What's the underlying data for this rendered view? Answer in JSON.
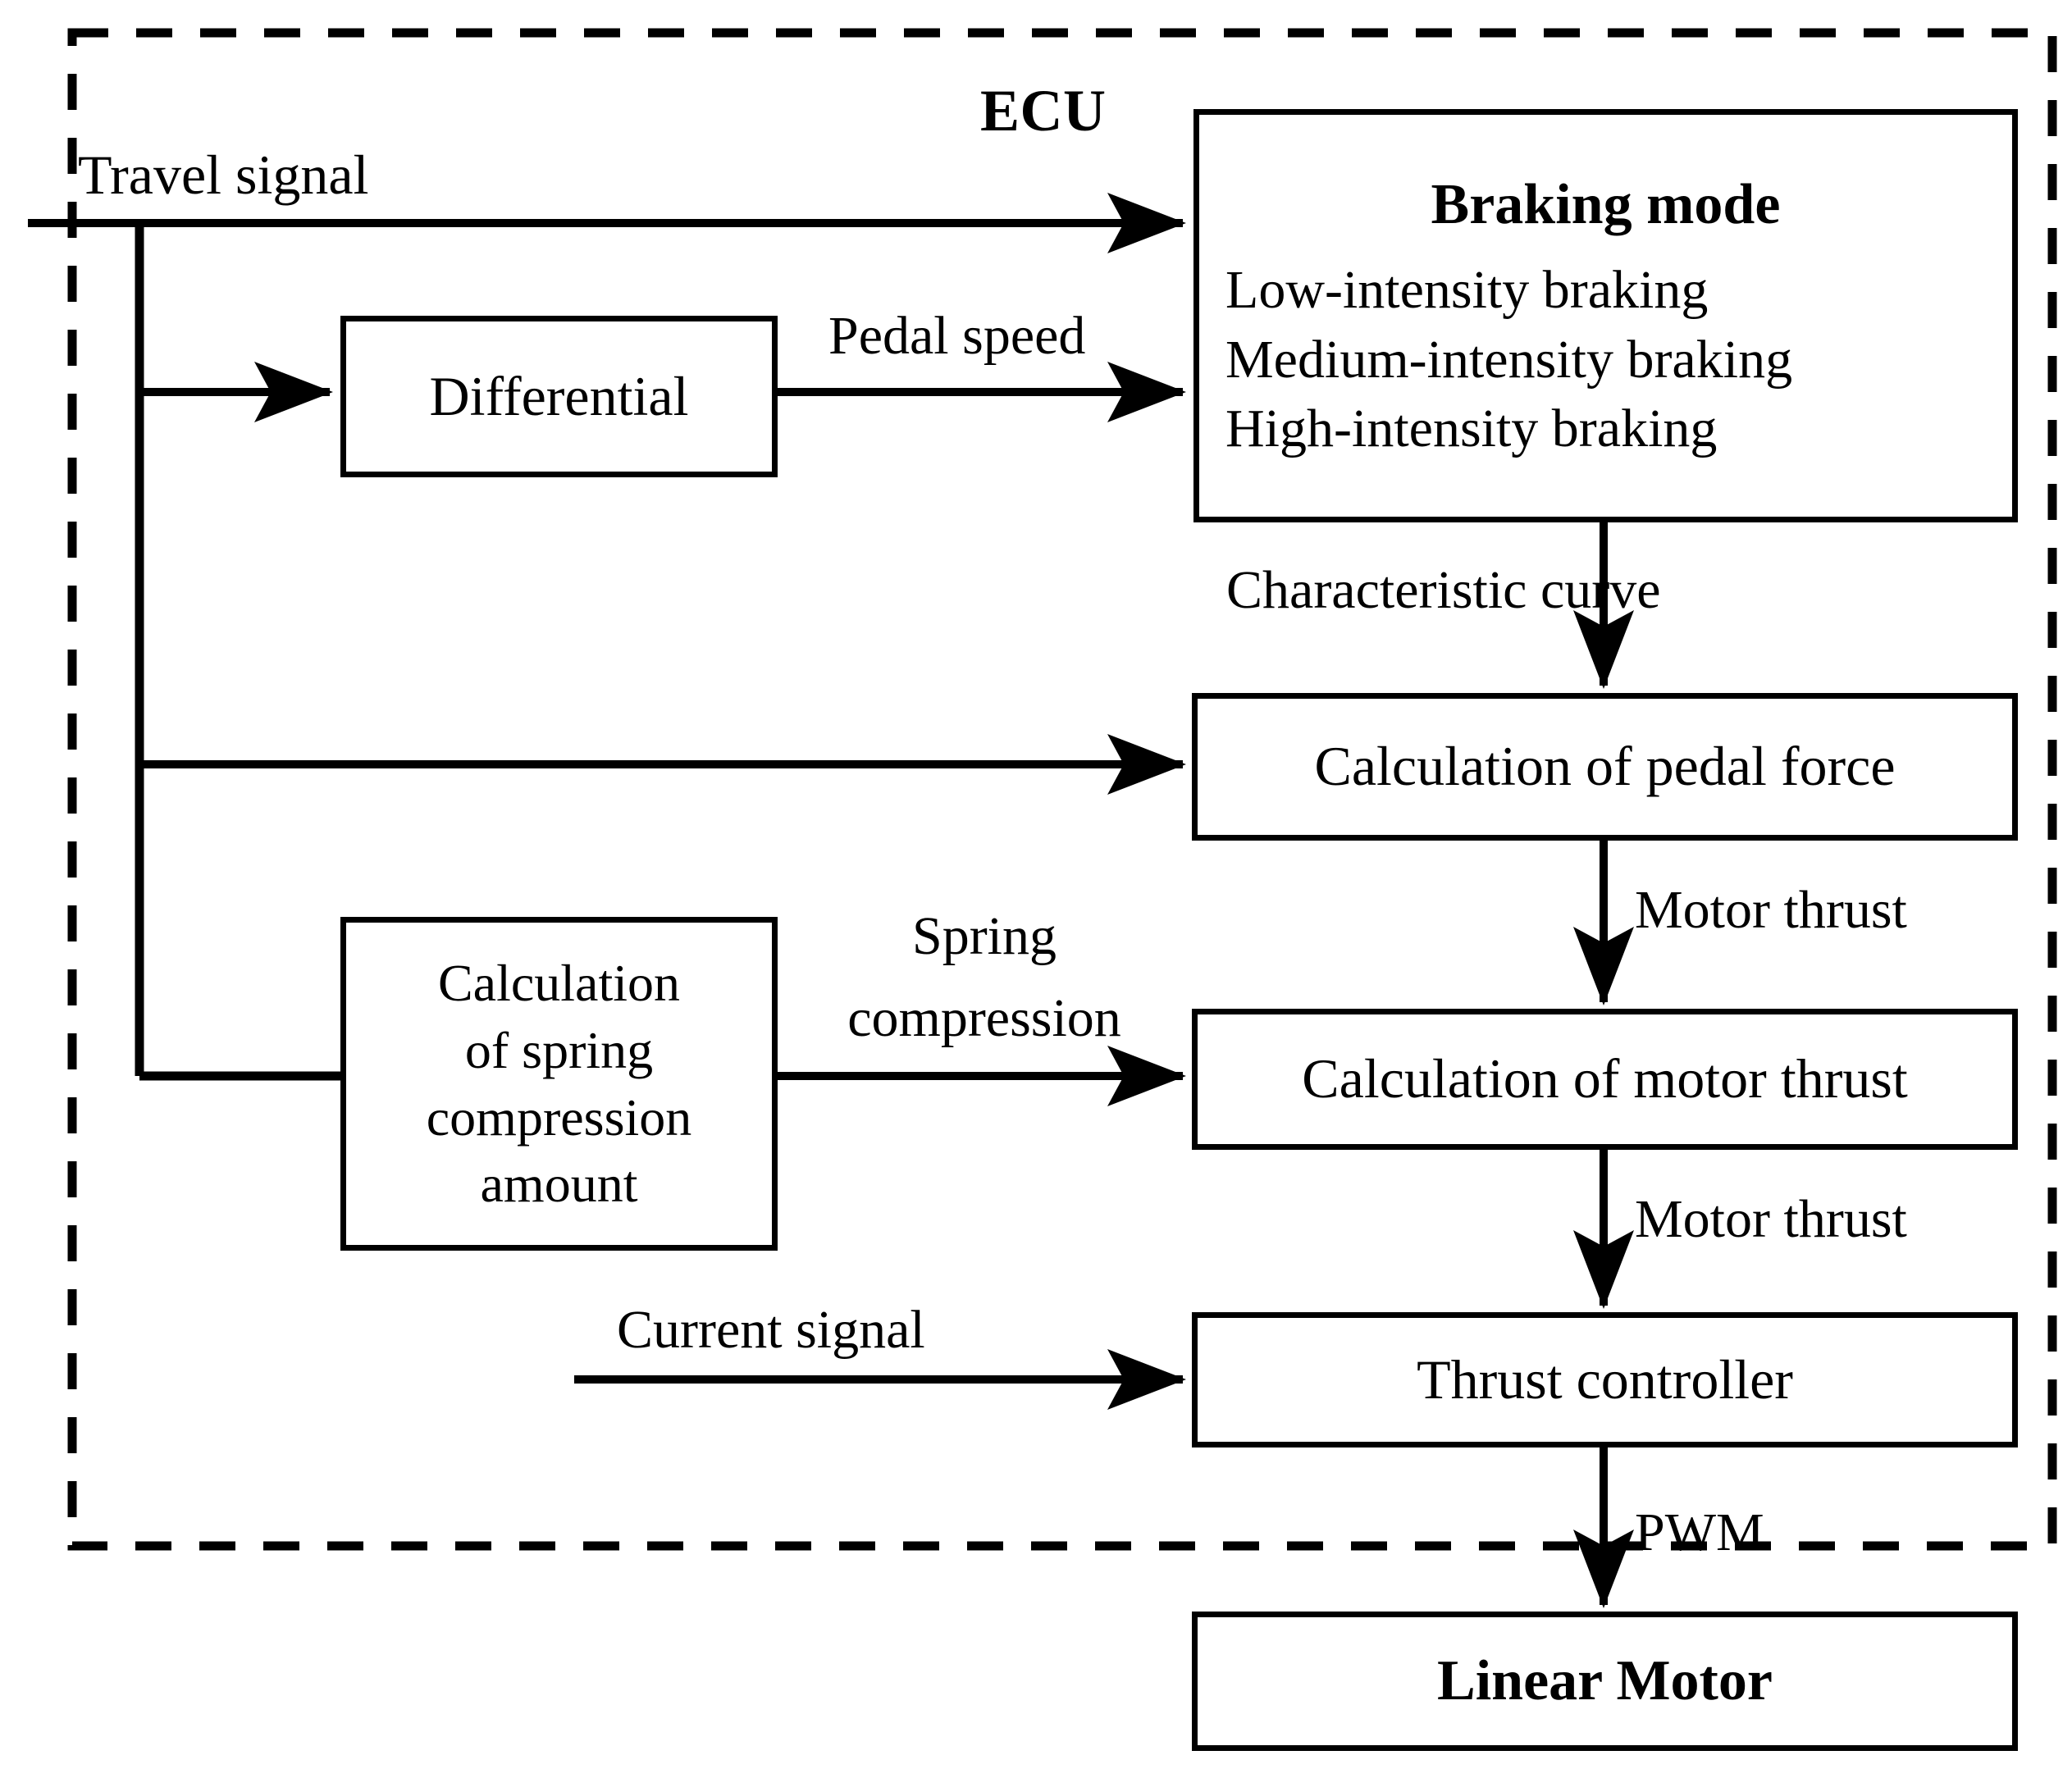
{
  "diagram": {
    "type": "block-diagram",
    "title": "ECU brake-by-wire control block diagram",
    "boundary_label": "ECU",
    "boundary_style": "dashed"
  },
  "blocks": {
    "braking_mode": {
      "title": "Braking mode",
      "modes": [
        "Low-intensity braking",
        "Medium-intensity braking",
        "High-intensity braking"
      ]
    },
    "differential": {
      "label": "Differential"
    },
    "pedal_force": {
      "label": "Calculation of pedal force"
    },
    "spring_compression": {
      "line1": "Calculation",
      "line2": "of spring",
      "line3": "compression",
      "line4": "amount"
    },
    "motor_thrust": {
      "label": "Calculation of motor thrust"
    },
    "thrust_controller": {
      "label": "Thrust controller"
    },
    "linear_motor": {
      "label": "Linear Motor"
    }
  },
  "signals": {
    "travel_signal": "Travel signal",
    "pedal_speed": "Pedal speed",
    "characteristic_curve": "Characteristic curve",
    "motor_thrust_1": "Motor thrust",
    "motor_thrust_2": "Motor thrust",
    "spring_compression_line1": "Spring",
    "spring_compression_line2": "compression",
    "current_signal": "Current signal",
    "pwm": "PWM"
  },
  "colors": {
    "stroke": "#000000",
    "background": "#ffffff"
  }
}
